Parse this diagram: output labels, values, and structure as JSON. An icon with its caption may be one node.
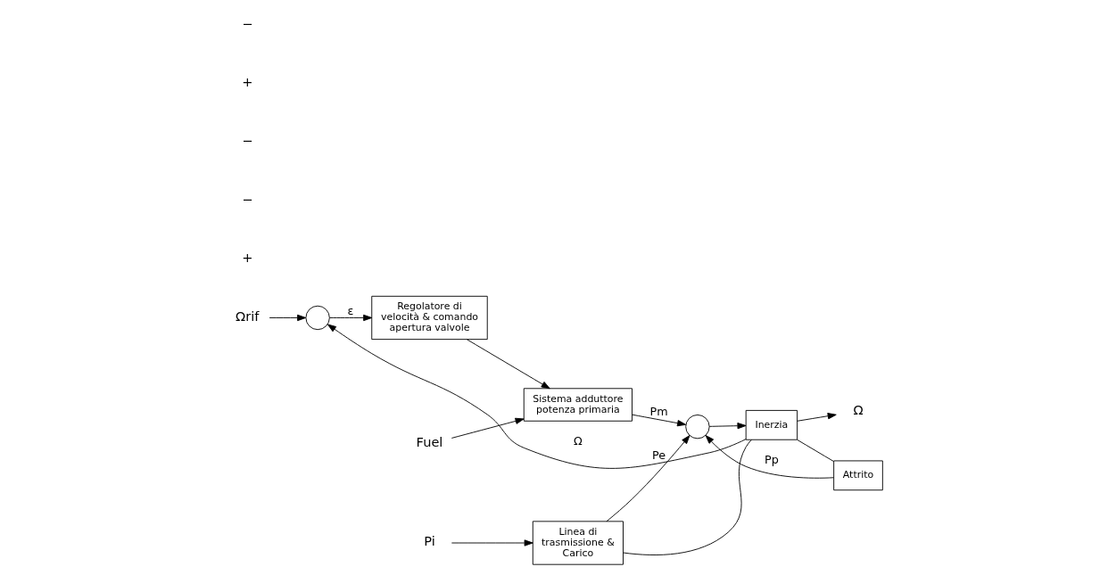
{
  "diagram": {
    "nodes": [
      {
        "text": [
          "Ωrif"
        ]
      },
      {
        "text": [],
        "shape": "circle"
      },
      {
        "text": [
          "Regolatore di velocità & comando apertura valvole"
        ]
      },
      {
        "text": [
          "Fuel"
        ]
      },
      {
        "text": [
          "Sistema adduttore potenza primaria"
        ]
      },
      {
        "text": [
          "Pi"
        ]
      },
      {
        "text": [
          "Linea di trasmissione & Carico"
        ]
      },
      {
        "text": [],
        "shape": "circle"
      },
      {
        "text": [
          "Inerzia"
        ]
      },
      {
        "text": [
          "Attrito"
        ]
      },
      {
        "text": [
          "Ω"
        ]
      }
    ],
    "edges": [
      {
        "from": 0,
        "to": 1,
        "arrow": "to"
      },
      {
        "from": 1,
        "to": 2,
        "arrow": "to",
        "label": "ε"
      },
      {
        "from": 2,
        "to": 4,
        "arrow": "to"
      },
      {
        "from": 3,
        "to": 4,
        "arrow": "to"
      },
      {
        "from": 4,
        "to": 7,
        "arrow": "to",
        "label": "Pm"
      },
      {
        "from": 5,
        "to": 6,
        "arrow": "to"
      },
      {
        "from": 6,
        "to": 7,
        "arrow": "to",
        "label": "Pe"
      },
      {
        "from": 7,
        "to": 8,
        "arrow": "to"
      },
      {
        "from": 8,
        "to": 10,
        "arrow": "to"
      },
      {
        "from": 8,
        "to": 6,
        "arrow": "none"
      },
      {
        "from": 8,
        "to": 9,
        "arrow": "none"
      },
      {
        "from": 9,
        "to": 7,
        "arrow": "to",
        "label": "Pp"
      },
      {
        "from": 8,
        "to": 1,
        "arrow": "to",
        "label": "Ω"
      }
    ],
    "labels": [
      "+",
      "−",
      "−",
      "+",
      "−"
    ]
  }
}
